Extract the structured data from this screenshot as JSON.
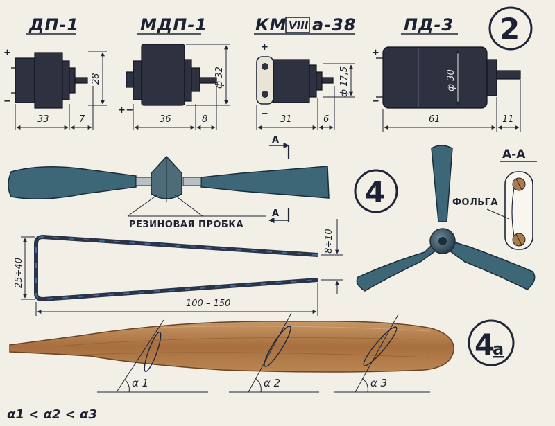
{
  "badges": {
    "motors": "2",
    "propeller": "4",
    "wood_blade": "4",
    "wood_blade_sub": "а"
  },
  "motors": [
    {
      "name": "ДП-1",
      "length": "33",
      "shaft_length": "7",
      "diameter": "28"
    },
    {
      "name": "МДП-1",
      "length": "36",
      "shaft_length": "8",
      "diameter": "ф 32"
    },
    {
      "name_prefix": "КМ",
      "name_boxed": "VIII",
      "name_suffix": "а-38",
      "length": "31",
      "shaft_length": "6",
      "diameter": "ф 17,5"
    },
    {
      "name": "ПД-3",
      "length": "61",
      "shaft_length": "11",
      "diameter": "ф 30"
    }
  ],
  "polarity": {
    "plus": "+",
    "minus": "−",
    "plus_minus": "+−"
  },
  "section": {
    "cut_label": "А",
    "title": "А-А",
    "foil_label": "ФОЛЬГА"
  },
  "propeller": {
    "hub_label": "РЕЗИНОВАЯ ПРОБКА"
  },
  "wire_template": {
    "height": "25÷40",
    "end_gap": "8÷10",
    "length": "100 – 150"
  },
  "wood_blade": {
    "angles": [
      "α 1",
      "α 2",
      "α 3"
    ],
    "relation": "α1 < α2 < α3"
  },
  "colors": {
    "ink": "#1e2638",
    "blade": "#3d6677",
    "motor": "#2e3140",
    "wood": "#b07a48",
    "paper": "#f1efe6"
  }
}
